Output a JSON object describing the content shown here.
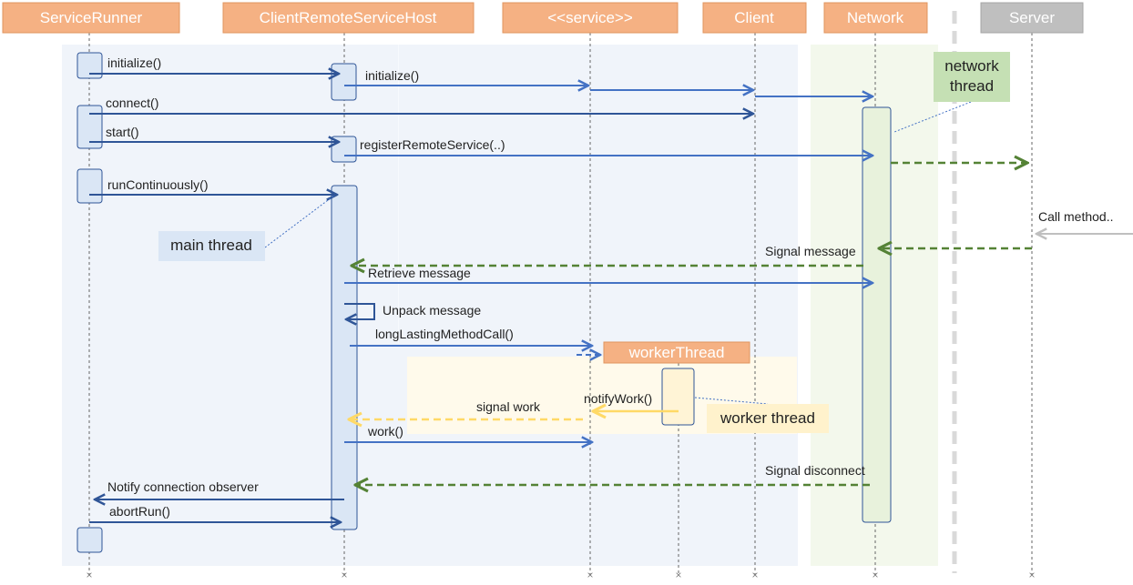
{
  "colors": {
    "actor_fill": "#f5b183",
    "actor_stroke": "#e0955f",
    "server_fill": "#bfbfbf",
    "solid_arrow": "#2f5597",
    "light_arrow": "#4472c4",
    "green_arrow": "#548235",
    "yellow_arrow": "#ffd966",
    "gray_arrow": "#bfbfbf",
    "main_region": "#f0f4fa",
    "network_region": "#f3f8ec",
    "worker_region": "#fffaeb",
    "activation_blue": "#dae6f5",
    "activation_green": "#e8f2dc",
    "activation_yellow": "#fff4d6"
  },
  "actors": [
    {
      "id": "service-runner",
      "label": "ServiceRunner"
    },
    {
      "id": "client-remote-service-host",
      "label": "ClientRemoteServiceHost"
    },
    {
      "id": "service",
      "label": "<<service>>"
    },
    {
      "id": "client",
      "label": "Client"
    },
    {
      "id": "network",
      "label": "Network"
    },
    {
      "id": "server",
      "label": "Server"
    }
  ],
  "worker_actor": {
    "label": "workerThread"
  },
  "messages": [
    {
      "id": "initialize-1",
      "label": "initialize()"
    },
    {
      "id": "initialize-2",
      "label": "initialize()"
    },
    {
      "id": "connect",
      "label": "connect()"
    },
    {
      "id": "start",
      "label": "start()"
    },
    {
      "id": "register-remote-service",
      "label": "registerRemoteService(..)"
    },
    {
      "id": "run-continuously",
      "label": "runContinuously()"
    },
    {
      "id": "call-method",
      "label": "Call method.."
    },
    {
      "id": "signal-message",
      "label": "Signal message"
    },
    {
      "id": "retrieve-message",
      "label": "Retrieve message"
    },
    {
      "id": "unpack-message",
      "label": "Unpack message"
    },
    {
      "id": "long-lasting-method-call",
      "label": "longLastingMethodCall()"
    },
    {
      "id": "notify-work",
      "label": "notifyWork()"
    },
    {
      "id": "signal-work",
      "label": "signal work"
    },
    {
      "id": "work",
      "label": "work()"
    },
    {
      "id": "signal-disconnect",
      "label": "Signal disconnect"
    },
    {
      "id": "notify-connection-observer",
      "label": "Notify connection observer"
    },
    {
      "id": "abort-run",
      "label": "abortRun()"
    }
  ],
  "notes": [
    {
      "id": "network-thread",
      "lines": [
        "network",
        "thread"
      ]
    },
    {
      "id": "main-thread",
      "lines": [
        "main thread"
      ]
    },
    {
      "id": "worker-thread",
      "lines": [
        "worker thread"
      ]
    }
  ]
}
